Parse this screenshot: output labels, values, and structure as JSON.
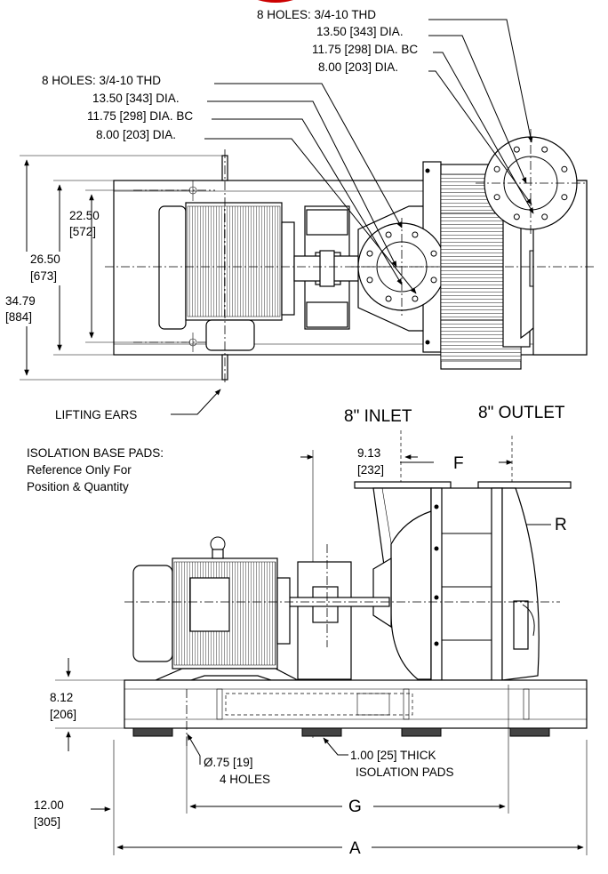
{
  "brand": {
    "accent_color": "#cc0000"
  },
  "top_view": {
    "outlet_flange": {
      "holes": "8 HOLES:  3/4-10 THD",
      "outer_dia": "13.50 [343] DIA.",
      "bolt_circle": "11.75 [298] DIA. BC",
      "inner_dia": "8.00 [203] DIA."
    },
    "inlet_flange": {
      "holes": "8 HOLES:  3/4-10 THD",
      "outer_dia": "13.50 [343] DIA.",
      "bolt_circle": "11.75 [298] DIA. BC",
      "inner_dia": "8.00 [203] DIA."
    },
    "dim_22_50": "22.50",
    "dim_22_50_mm": "[572]",
    "dim_26_50": "26.50",
    "dim_26_50_mm": "[673]",
    "dim_34_79": "34.79",
    "dim_34_79_mm": "[884]",
    "lifting_ears": "LIFTING EARS"
  },
  "side_view": {
    "inlet_label": "8\" INLET",
    "outlet_label": "8\" OUTLET",
    "isolation_note_1": "ISOLATION BASE PADS:",
    "isolation_note_2": "Reference Only For",
    "isolation_note_3": "Position & Quantity",
    "dim_9_13": "9.13",
    "dim_9_13_mm": "[232]",
    "dim_F": "F",
    "dim_R": "R",
    "dim_8_12": "8.12",
    "dim_8_12_mm": "[206]",
    "holes_dia": "Ø.75 [19]",
    "holes_count": "4 HOLES",
    "pads_1": "1.00 [25] THICK",
    "pads_2": "ISOLATION PADS",
    "dim_12_00": "12.00",
    "dim_12_00_mm": "[305]",
    "dim_G": "G",
    "dim_A": "A"
  }
}
